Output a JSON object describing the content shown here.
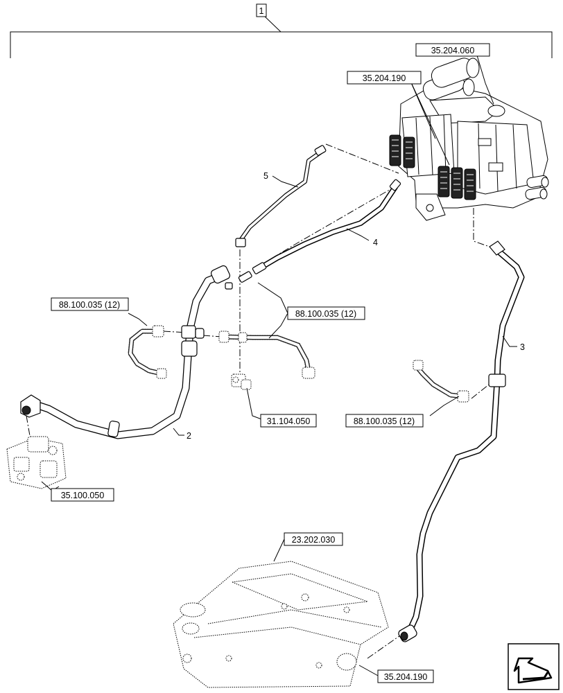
{
  "callouts": {
    "assembly": "1",
    "valve_top": "35.204.060",
    "valve_sections": "35.204.190",
    "fitting_left": "88.100.035 (12)",
    "fitting_center": "88.100.035 (12)",
    "fitting_right": "88.100.035 (12)",
    "sensor": "31.104.050",
    "pump": "35.100.050",
    "housing": "23.202.030",
    "housing_pipe": "35.204.190"
  },
  "item_numbers": {
    "hose_2": "2",
    "pipe_3": "3",
    "hose_4": "4",
    "pipe_5": "5"
  },
  "icons": {
    "navigation": "next-page-arrow-icon"
  }
}
